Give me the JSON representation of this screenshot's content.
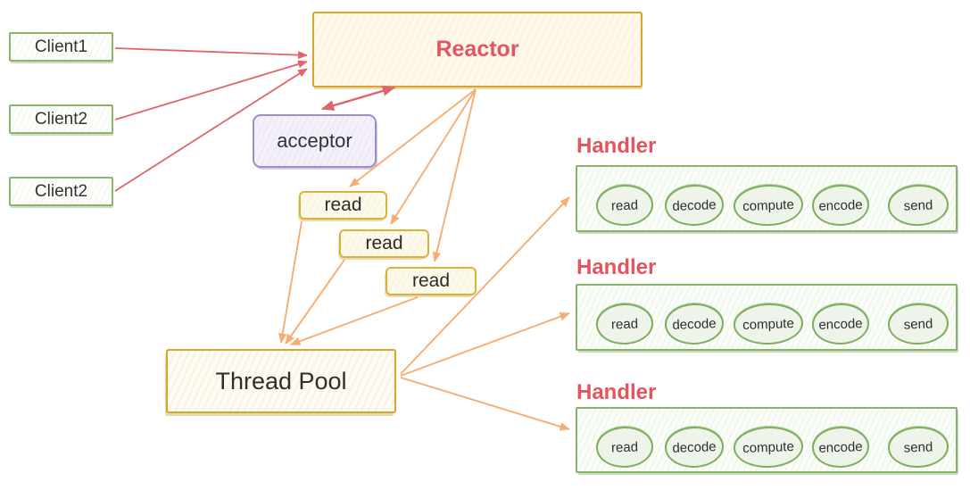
{
  "diagram": {
    "clients": [
      {
        "label": "Client1"
      },
      {
        "label": "Client2"
      },
      {
        "label": "Client2"
      }
    ],
    "reactor": {
      "label": "Reactor"
    },
    "acceptor": {
      "label": "acceptor"
    },
    "reads": [
      {
        "label": "read"
      },
      {
        "label": "read"
      },
      {
        "label": "read"
      }
    ],
    "thread_pool": {
      "label": "Thread Pool"
    },
    "handlers": [
      {
        "title": "Handler",
        "steps": [
          "read",
          "decode",
          "compute",
          "encode",
          "send"
        ]
      },
      {
        "title": "Handler",
        "steps": [
          "read",
          "decode",
          "compute",
          "encode",
          "send"
        ]
      },
      {
        "title": "Handler",
        "steps": [
          "read",
          "decode",
          "compute",
          "encode",
          "send"
        ]
      }
    ],
    "colors": {
      "box_green": "#87b46a",
      "box_gold": "#d9a531",
      "box_purple": "#a18cc6",
      "title_red": "#e25560",
      "arrow_red": "#e0646c",
      "arrow_orange": "#f6ad72"
    }
  }
}
